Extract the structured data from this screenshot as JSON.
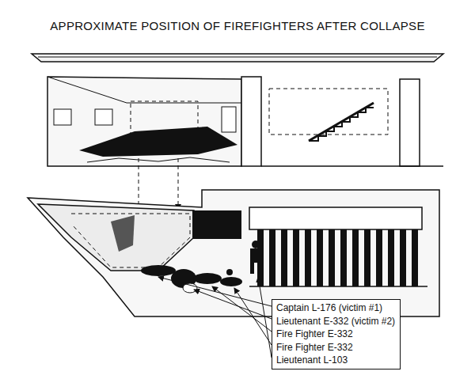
{
  "diagram": {
    "title": "APPROXIMATE POSITION OF FIREFIGHTERS AFTER COLLAPSE",
    "nodes": [
      {
        "text": [
          "Captain L-176 (victim #1)",
          "Lieutenant E-332 (victim #2)",
          "Fire Fighter E-332",
          "Fire Fighter E-332",
          "Lieutenant L-103"
        ]
      }
    ]
  }
}
